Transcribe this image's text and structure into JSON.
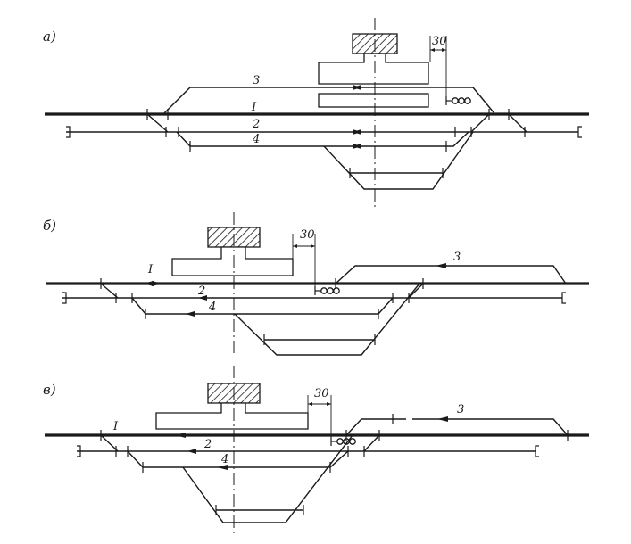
{
  "colors": {
    "ink": "#1a1a1a",
    "paper": "#ffffff"
  },
  "panels": [
    {
      "label": "а)",
      "dimension": "30",
      "tracks": {
        "main": "I",
        "t2": "2",
        "t3": "3",
        "t4": "4"
      }
    },
    {
      "label": "б)",
      "dimension": "30",
      "tracks": {
        "main": "I",
        "t2": "2",
        "t3": "3",
        "t4": "4"
      }
    },
    {
      "label": "в)",
      "dimension": "30",
      "tracks": {
        "main": "I",
        "t2": "2",
        "t3": "3",
        "t4": "4"
      }
    }
  ]
}
